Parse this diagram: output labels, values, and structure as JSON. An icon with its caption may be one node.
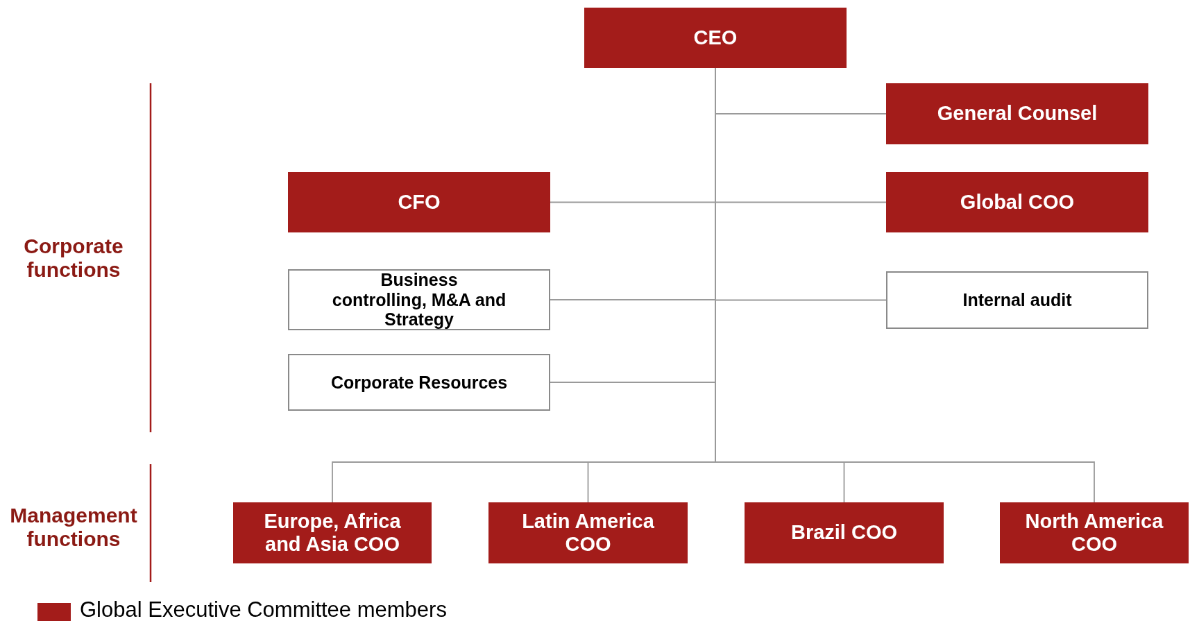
{
  "diagram": {
    "nodes": [
      {
        "text": [
          "CEO"
        ]
      },
      {
        "text": [
          "General Counsel"
        ]
      },
      {
        "text": [
          "CFO"
        ]
      },
      {
        "text": [
          "Global COO"
        ]
      },
      {
        "text": [
          "Business controlling, M&A and Strategy"
        ]
      },
      {
        "text": [
          "Internal audit"
        ]
      },
      {
        "text": [
          "Corporate Resources"
        ]
      },
      {
        "text": [
          "Europe, Africa and Asia COO"
        ]
      },
      {
        "text": [
          "Latin America COO"
        ]
      },
      {
        "text": [
          "Brazil COO"
        ]
      },
      {
        "text": [
          "North America COO"
        ]
      }
    ],
    "edges": [
      {
        "from": 0,
        "to": 1,
        "arrow": "none"
      },
      {
        "from": 0,
        "to": 2,
        "arrow": "none"
      },
      {
        "from": 0,
        "to": 3,
        "arrow": "none"
      },
      {
        "from": 0,
        "to": 4,
        "arrow": "none"
      },
      {
        "from": 0,
        "to": 5,
        "arrow": "none"
      },
      {
        "from": 0,
        "to": 6,
        "arrow": "none"
      },
      {
        "from": 0,
        "to": 7,
        "arrow": "none"
      },
      {
        "from": 0,
        "to": 8,
        "arrow": "none"
      },
      {
        "from": 0,
        "to": 9,
        "arrow": "none"
      },
      {
        "from": 0,
        "to": 10,
        "arrow": "none"
      }
    ],
    "labels": [
      "Corporate functions",
      "Management functions"
    ],
    "legend": [
      {
        "text": "Global Executive Committee members",
        "color": "#a31c1a"
      }
    ]
  }
}
